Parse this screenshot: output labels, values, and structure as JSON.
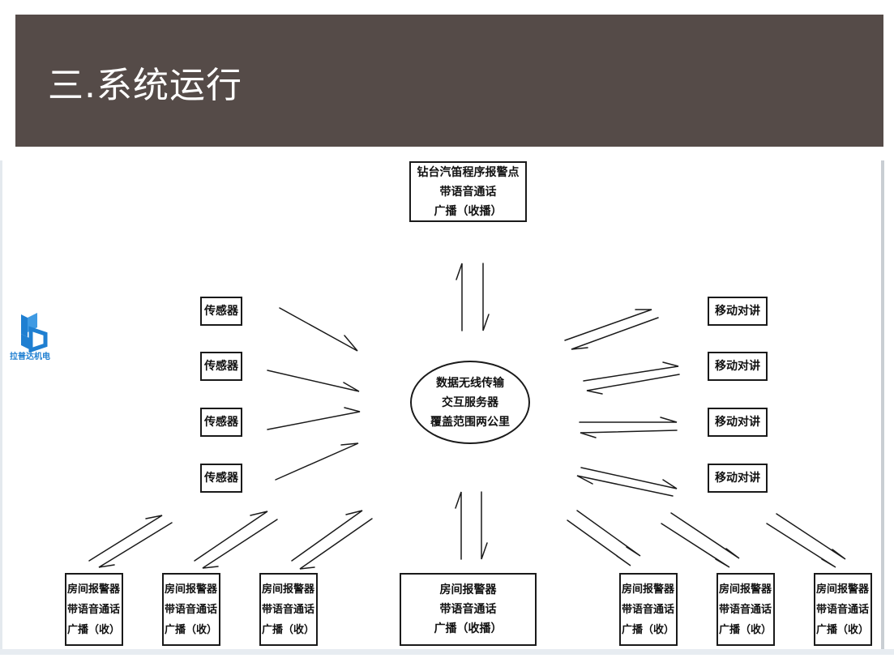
{
  "title": "三.系统运行",
  "logo": {
    "text": "拉普达机电",
    "color": "#1f7fd1"
  },
  "colors": {
    "header": "#554b48",
    "title": "#ffffff",
    "line": "#1a1a1a"
  },
  "diagram": {
    "top_box": {
      "lines": [
        "钻台汽笛程序报警点",
        "带语音通话",
        "广播（收播）"
      ]
    },
    "center": {
      "lines": [
        "数据无线传输",
        "交互服务器",
        "覆盖范围两公里"
      ]
    },
    "sensors": [
      "传感器",
      "传感器",
      "传感器",
      "传感器"
    ],
    "radios": [
      "移动对讲",
      "移动对讲",
      "移动对讲",
      "移动对讲"
    ],
    "bottom_center": {
      "lines": [
        "房间报警器",
        "带语音通话",
        "广播（收播）"
      ]
    },
    "bottom_small": [
      {
        "lines": [
          "房间报警器",
          "带语音通话",
          "广播（收）"
        ]
      },
      {
        "lines": [
          "房间报警器",
          "带语音通话",
          "广播（收）"
        ]
      },
      {
        "lines": [
          "房间报警器",
          "带语音通话",
          "广播（收）"
        ]
      },
      {
        "lines": [
          "房间报警器",
          "带语音通话",
          "广播（收）"
        ]
      },
      {
        "lines": [
          "房间报警器",
          "带语音通话",
          "广播（收）"
        ]
      },
      {
        "lines": [
          "房间报警器",
          "带语音通话",
          "广播（收）"
        ]
      }
    ]
  }
}
